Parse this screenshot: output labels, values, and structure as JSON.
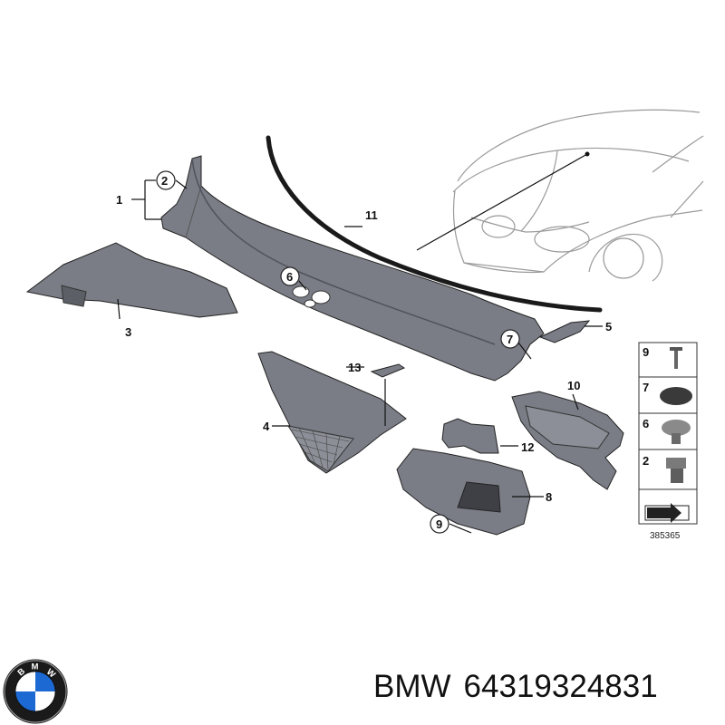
{
  "diagram": {
    "drawing_number": "385365",
    "callouts": {
      "c1": "1",
      "c2": "2",
      "c3": "3",
      "c4": "4",
      "c5": "5",
      "c6": "6",
      "c7": "7",
      "c8": "8",
      "c9": "9",
      "c10": "10",
      "c11": "11",
      "c12": "12",
      "c13": "13"
    },
    "legend": [
      {
        "number": "9",
        "item": "pin clip"
      },
      {
        "number": "7",
        "item": "round cap"
      },
      {
        "number": "6",
        "item": "expanding rivet"
      },
      {
        "number": "2",
        "item": "clip"
      }
    ]
  },
  "caption": {
    "brand": "BMW",
    "part_number": "64319324831"
  },
  "logo": {
    "letters": "BMW",
    "colors": {
      "blue": "#1c69d4",
      "white": "#ffffff",
      "ring": "#1a1a1a"
    }
  }
}
